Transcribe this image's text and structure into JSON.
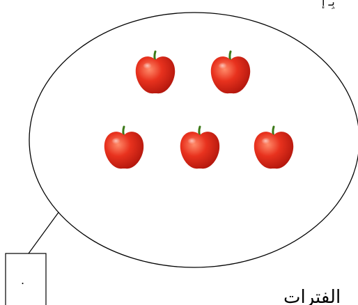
{
  "header_fragment": "ﺑِـ ﺇ",
  "bottom_text": "ﺍﻟﻔﺘﺮﺍﺕ",
  "answer_box_value": ".",
  "apples": {
    "count": 5,
    "rows": [
      2,
      3
    ]
  },
  "colors": {
    "line": "#000000",
    "apple_red": "#e8321e",
    "apple_dark": "#b3170d",
    "apple_highlight": "#ff8b6a",
    "stem": "#3c7a19",
    "background": "#ffffff"
  },
  "icons": {
    "apple": "apple-icon",
    "ellipse": "set-ellipse",
    "box": "answer-box"
  }
}
